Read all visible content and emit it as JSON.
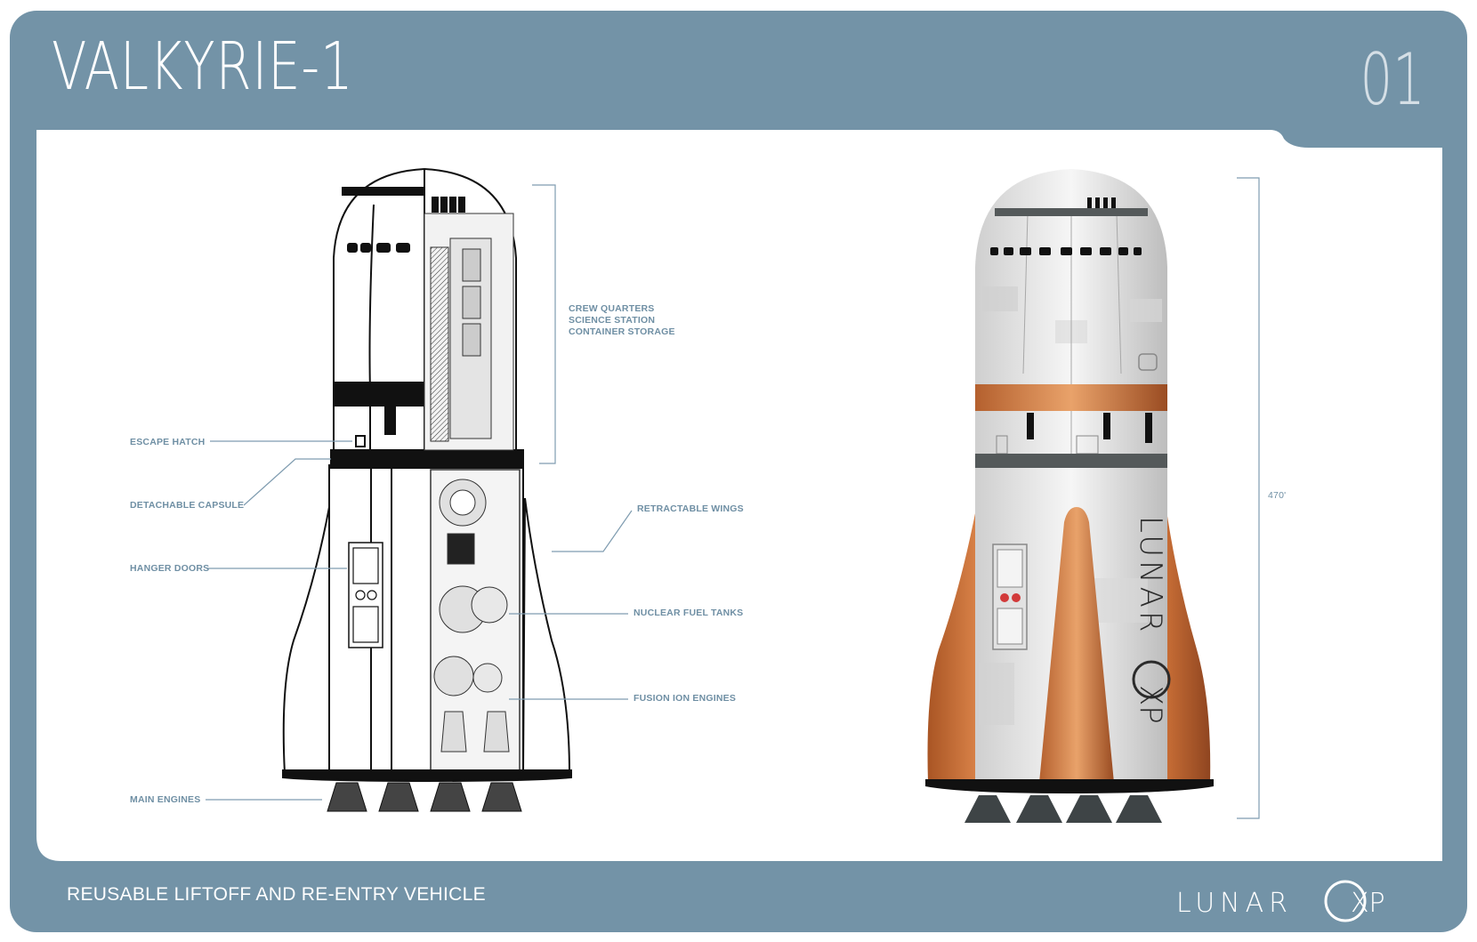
{
  "header": {
    "title": "VALKYRIE-1",
    "page_number": "01"
  },
  "footer": {
    "subtitle": "REUSABLE LIFTOFF AND RE-ENTRY VEHICLE",
    "logo_text": "LUNAR XP"
  },
  "callouts": {
    "crew_quarters": "CREW QUARTERS",
    "science_station": "SCIENCE STATION",
    "container_storage": "CONTAINER STORAGE",
    "escape_hatch": "ESCAPE HATCH",
    "detachable_capsule": "DETACHABLE CAPSULE",
    "hanger_doors": "HANGER DOORS",
    "main_engines": "MAIN ENGINES",
    "retractable_wings": "RETRACTABLE WINGS",
    "nuclear_fuel_tanks": "NUCLEAR FUEL TANKS",
    "fusion_ion_engines": "FUSION ION ENGINES"
  },
  "dimension": {
    "height": "470'"
  },
  "colors": {
    "frame": "#7393a7",
    "label": "#6f8fa4",
    "copper": "#c2703e",
    "hull": "#e6e6e6"
  }
}
